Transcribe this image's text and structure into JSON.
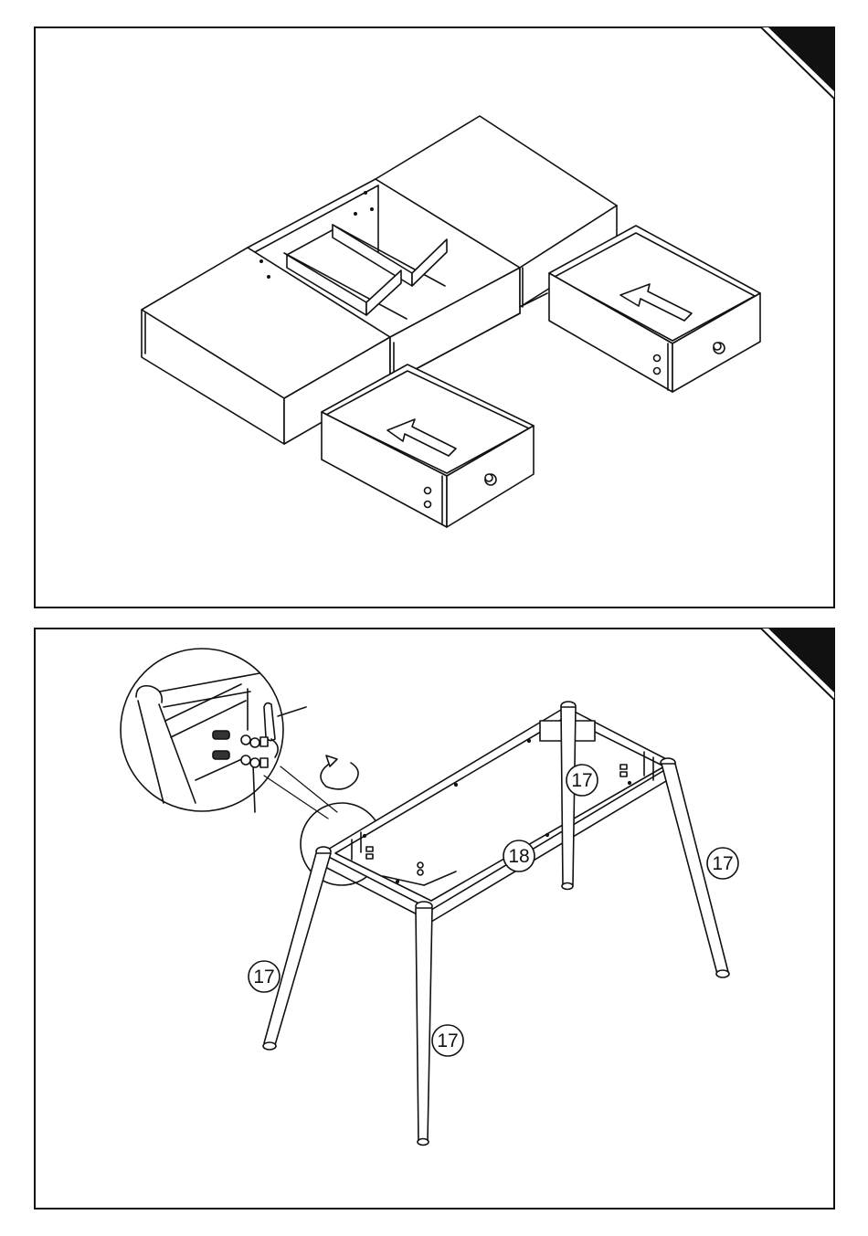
{
  "step_top": {
    "part_labels": []
  },
  "step_bottom": {
    "parts": [
      {
        "id": "leg-front-right",
        "number": "17"
      },
      {
        "id": "leg-back-right",
        "number": "17"
      },
      {
        "id": "leg-back-left",
        "number": "17"
      },
      {
        "id": "leg-front-left",
        "number": "17"
      },
      {
        "id": "frame",
        "number": "18"
      }
    ]
  },
  "colors": {
    "line": "#111111",
    "corner_tab": "#111111",
    "background": "#ffffff"
  },
  "icons": [
    "rotate-arrow-icon",
    "push-arrow-icon",
    "drawer-knob-icon"
  ]
}
